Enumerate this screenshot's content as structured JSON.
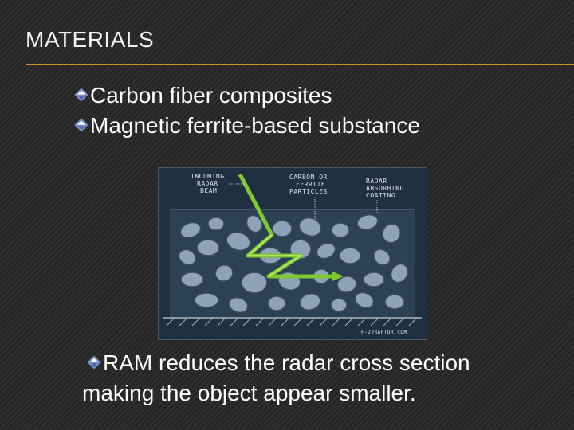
{
  "slide": {
    "title": "MATERIALS",
    "bullets": [
      "Carbon fiber composites",
      "Magnetic ferrite-based substance"
    ],
    "note_line1": "RAM reduces the radar cross section",
    "note_line2": "making the object appear smaller."
  },
  "figure": {
    "label_incoming": [
      "INCOMING",
      "RADAR",
      "BEAM"
    ],
    "label_particles": [
      "CARBON OR",
      "FERRITE",
      "PARTICLES"
    ],
    "label_coating": [
      "RADAR",
      "ABSORBING",
      "COATING"
    ],
    "credit": "F-22RAPTOR.COM"
  },
  "colors": {
    "accent_rule": "#c8901e",
    "beam": "#7ec832",
    "particle": "#8fa3b8"
  }
}
